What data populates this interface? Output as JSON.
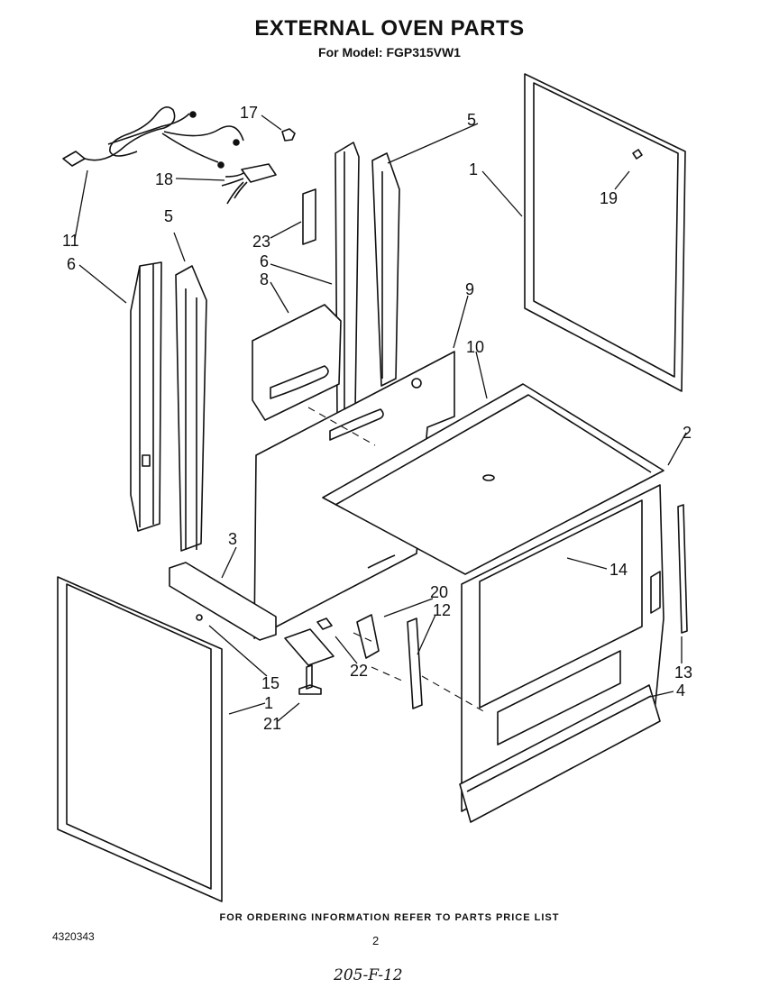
{
  "header": {
    "title": "EXTERNAL OVEN PARTS",
    "subtitle": "For Model: FGP315VW1"
  },
  "callouts": [
    {
      "id": "c17",
      "label": "17"
    },
    {
      "id": "c5a",
      "label": "5"
    },
    {
      "id": "c1a",
      "label": "1"
    },
    {
      "id": "c18",
      "label": "18"
    },
    {
      "id": "c19",
      "label": "19"
    },
    {
      "id": "c23",
      "label": "23"
    },
    {
      "id": "c5b",
      "label": "5"
    },
    {
      "id": "c11",
      "label": "11"
    },
    {
      "id": "c6a",
      "label": "6"
    },
    {
      "id": "c6b",
      "label": "6"
    },
    {
      "id": "c8",
      "label": "8"
    },
    {
      "id": "c9",
      "label": "9"
    },
    {
      "id": "c10",
      "label": "10"
    },
    {
      "id": "c2",
      "label": "2"
    },
    {
      "id": "c3",
      "label": "3"
    },
    {
      "id": "c14",
      "label": "14"
    },
    {
      "id": "c20",
      "label": "20"
    },
    {
      "id": "c12",
      "label": "12"
    },
    {
      "id": "c22",
      "label": "22"
    },
    {
      "id": "c15",
      "label": "15"
    },
    {
      "id": "c13",
      "label": "13"
    },
    {
      "id": "c4",
      "label": "4"
    },
    {
      "id": "c1b",
      "label": "1"
    },
    {
      "id": "c21",
      "label": "21"
    }
  ],
  "footer": {
    "ordering_note": "FOR ORDERING INFORMATION REFER TO PARTS PRICE LIST",
    "doc_number": "4320343",
    "page_number": "2",
    "handwritten_code": "205-F-12"
  }
}
